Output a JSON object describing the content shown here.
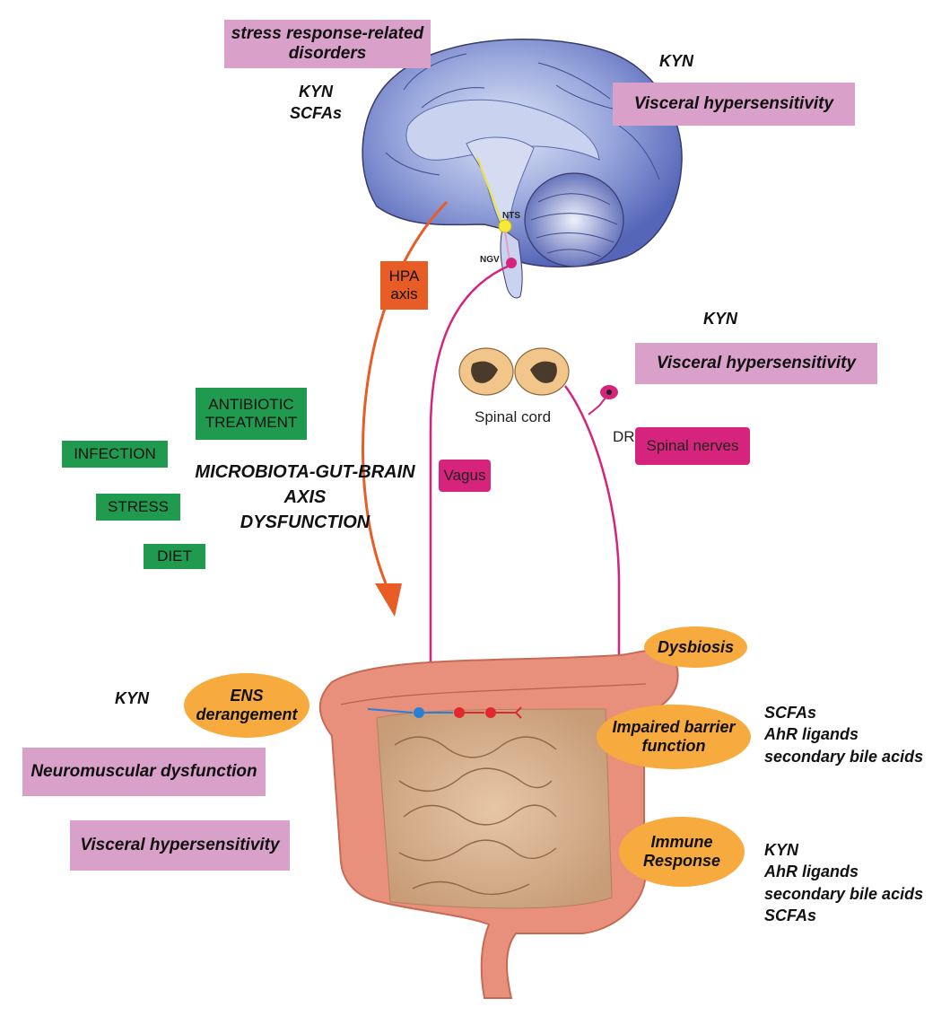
{
  "brain": {
    "stress_box": "stress response-related disorders",
    "kyn_scfas": [
      "KYN",
      "SCFAs"
    ],
    "kyn_top_right": "KYN",
    "visceral_top": "Visceral hypersensitivity",
    "nts": "NTS",
    "ngv": "NGV",
    "hpa_axis": "HPA axis"
  },
  "spinal": {
    "kyn": "KYN",
    "visceral": "Visceral hypersensitivity",
    "spinal_cord": "Spinal cord",
    "drg": "DRG",
    "spinal_nerves": "Spinal nerves",
    "vagus": "Vagus"
  },
  "factors": {
    "antibiotic": "ANTIBIOTIC TREATMENT",
    "infection": "INFECTION",
    "stress": "STRESS",
    "diet": "DIET"
  },
  "main_title": [
    "MICROBIOTA-GUT-BRAIN",
    "AXIS",
    "DYSFUNCTION"
  ],
  "gut": {
    "dysbiosis": "Dysbiosis",
    "ens": "ENS derangement",
    "kyn_left": "KYN",
    "neuromuscular": "Neuromuscular dysfunction",
    "visceral_left": "Visceral hypersensitivity",
    "barrier": "Impaired barrier function",
    "barrier_metabolites": [
      "SCFAs",
      "AhR ligands",
      "secondary bile acids"
    ],
    "immune": "Immune Response",
    "immune_metabolites": [
      "KYN",
      "AhR ligands",
      "secondary bile acids",
      "SCFAs"
    ]
  },
  "colors": {
    "pink_box": "#d9a1c9",
    "green_box": "#1f9a4e",
    "hpa_orange": "#e85c25",
    "nerve_magenta": "#d6237b",
    "ellipse_orange": "#f7aa3e",
    "gut": "#e8907c",
    "brain": "#7f8fd0"
  }
}
